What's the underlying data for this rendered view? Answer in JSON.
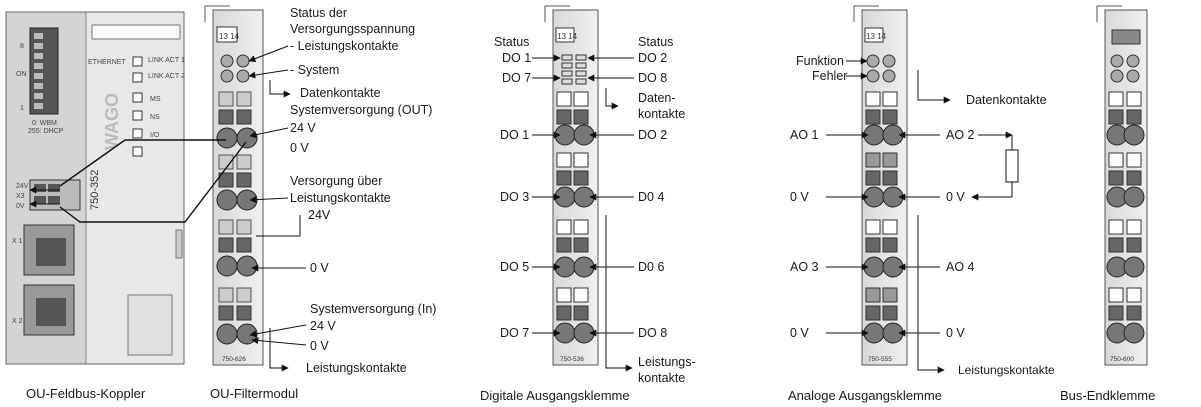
{
  "captions": {
    "coupler": "OU-Feldbus-Koppler",
    "filter": "OU-Filtermodul",
    "digital": "Digitale Ausgangsklemme",
    "analog": "Analoge Ausgangsklemme",
    "end": "Bus-Endklemme"
  },
  "coupler": {
    "ethernet": "ETHERNET",
    "link_act_1": "LINK ACT 1",
    "link_act_2": "LINK ACT 2",
    "ms": "MS",
    "ns": "NS",
    "io": "I/O",
    "dip_label_8": "8",
    "dip_label_on": "ON",
    "dip_label_1": "1",
    "wbm": "0: WBM",
    "dhcp": "255: DHCP",
    "brand": "WAGO",
    "model": "750-352",
    "supply_24v": "24V",
    "supply_x3": "X3",
    "supply_0v": "0V",
    "x1": "X 1",
    "x2": "X 2"
  },
  "filter": {
    "terminals": "13  14",
    "status_line1": "Status der",
    "status_line2": "Versorgungsspannung",
    "status_line3": "- Leistungskontakte",
    "status_line4": "- System",
    "datenkontakte": "Datenkontakte",
    "sysv_out": "Systemversorgung (OUT)",
    "v24_top": "24 V",
    "v0_top": "0 V",
    "versorgung1": "Versorgung über",
    "versorgung2": "Leistungskontakte",
    "v24_mid": "24V",
    "v0_mid": "0 V",
    "sysv_in": "Systemversorgung (In)",
    "v24_bot": "24 V",
    "v0_bot": "0 V",
    "leistungskontakte": "Leistungskontakte",
    "model": "750-626"
  },
  "digital": {
    "terminals": "13  14",
    "status_left": "Status",
    "status_right": "Status",
    "do1_top": "DO 1",
    "do7_top": "DO 7",
    "do2_top": "DO 2",
    "do8_top": "DO 8",
    "daten1": "Daten-",
    "daten2": "kontakte",
    "do1": "DO 1",
    "do2": "DO 2",
    "do3": "DO 3",
    "do4": "D0 4",
    "do5": "DO 5",
    "do6": "D0 6",
    "do7": "DO 7",
    "do8": "DO 8",
    "leist1": "Leistungs-",
    "leist2": "kontakte",
    "model": "750-536"
  },
  "analog": {
    "terminals": "13  14",
    "funktion": "Funktion",
    "fehler": "Fehler",
    "datenkontakte": "Datenkontakte",
    "ao1": "AO 1",
    "ao2": "AO 2",
    "ov_left_1": "0 V",
    "ov_right_1": "0 V",
    "ao3": "AO 3",
    "ao4": "AO 4",
    "ov_left_2": "0 V",
    "ov_right_2": "0 V",
    "leistungskontakte": "Leistungskontakte",
    "model": "750-555"
  },
  "end": {
    "model": "750-600"
  }
}
